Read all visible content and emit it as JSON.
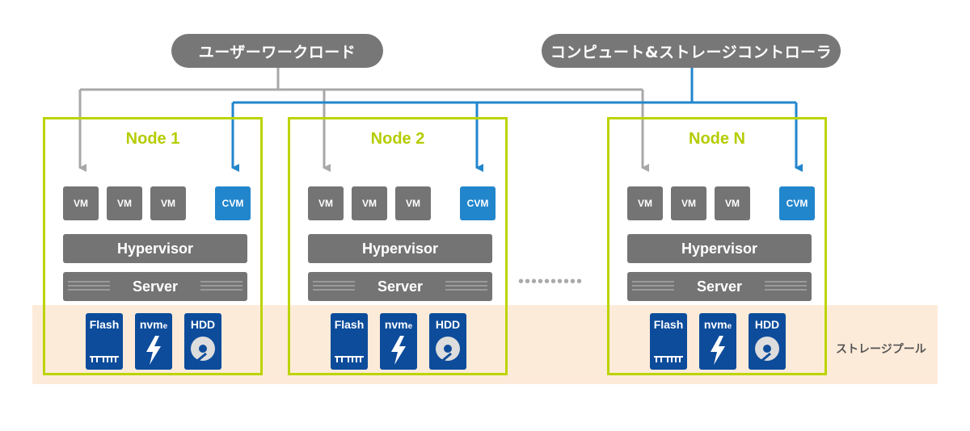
{
  "top_boxes": {
    "user_workload": "ユーザーワークロード",
    "controller": "コンピュート&ストレージコントローラ"
  },
  "nodes": [
    {
      "title": "Node 1"
    },
    {
      "title": "Node 2"
    },
    {
      "title": "Node N"
    }
  ],
  "vm_label": "VM",
  "cvm_label": "CVM",
  "hypervisor_label": "Hypervisor",
  "server_label": "Server",
  "disks": {
    "flash": "Flash",
    "nvme": "nvm",
    "nvme_sub": "e",
    "hdd": "HDD"
  },
  "ellipsis": "••••••••••",
  "storage_pool_label": "ストレージプール",
  "colors": {
    "user_line": "#a8a8a8",
    "controller_line": "#2286cd",
    "node_border": "#bcd400",
    "disk": "#0d4c9b",
    "pool_bg": "#fdebd9"
  }
}
